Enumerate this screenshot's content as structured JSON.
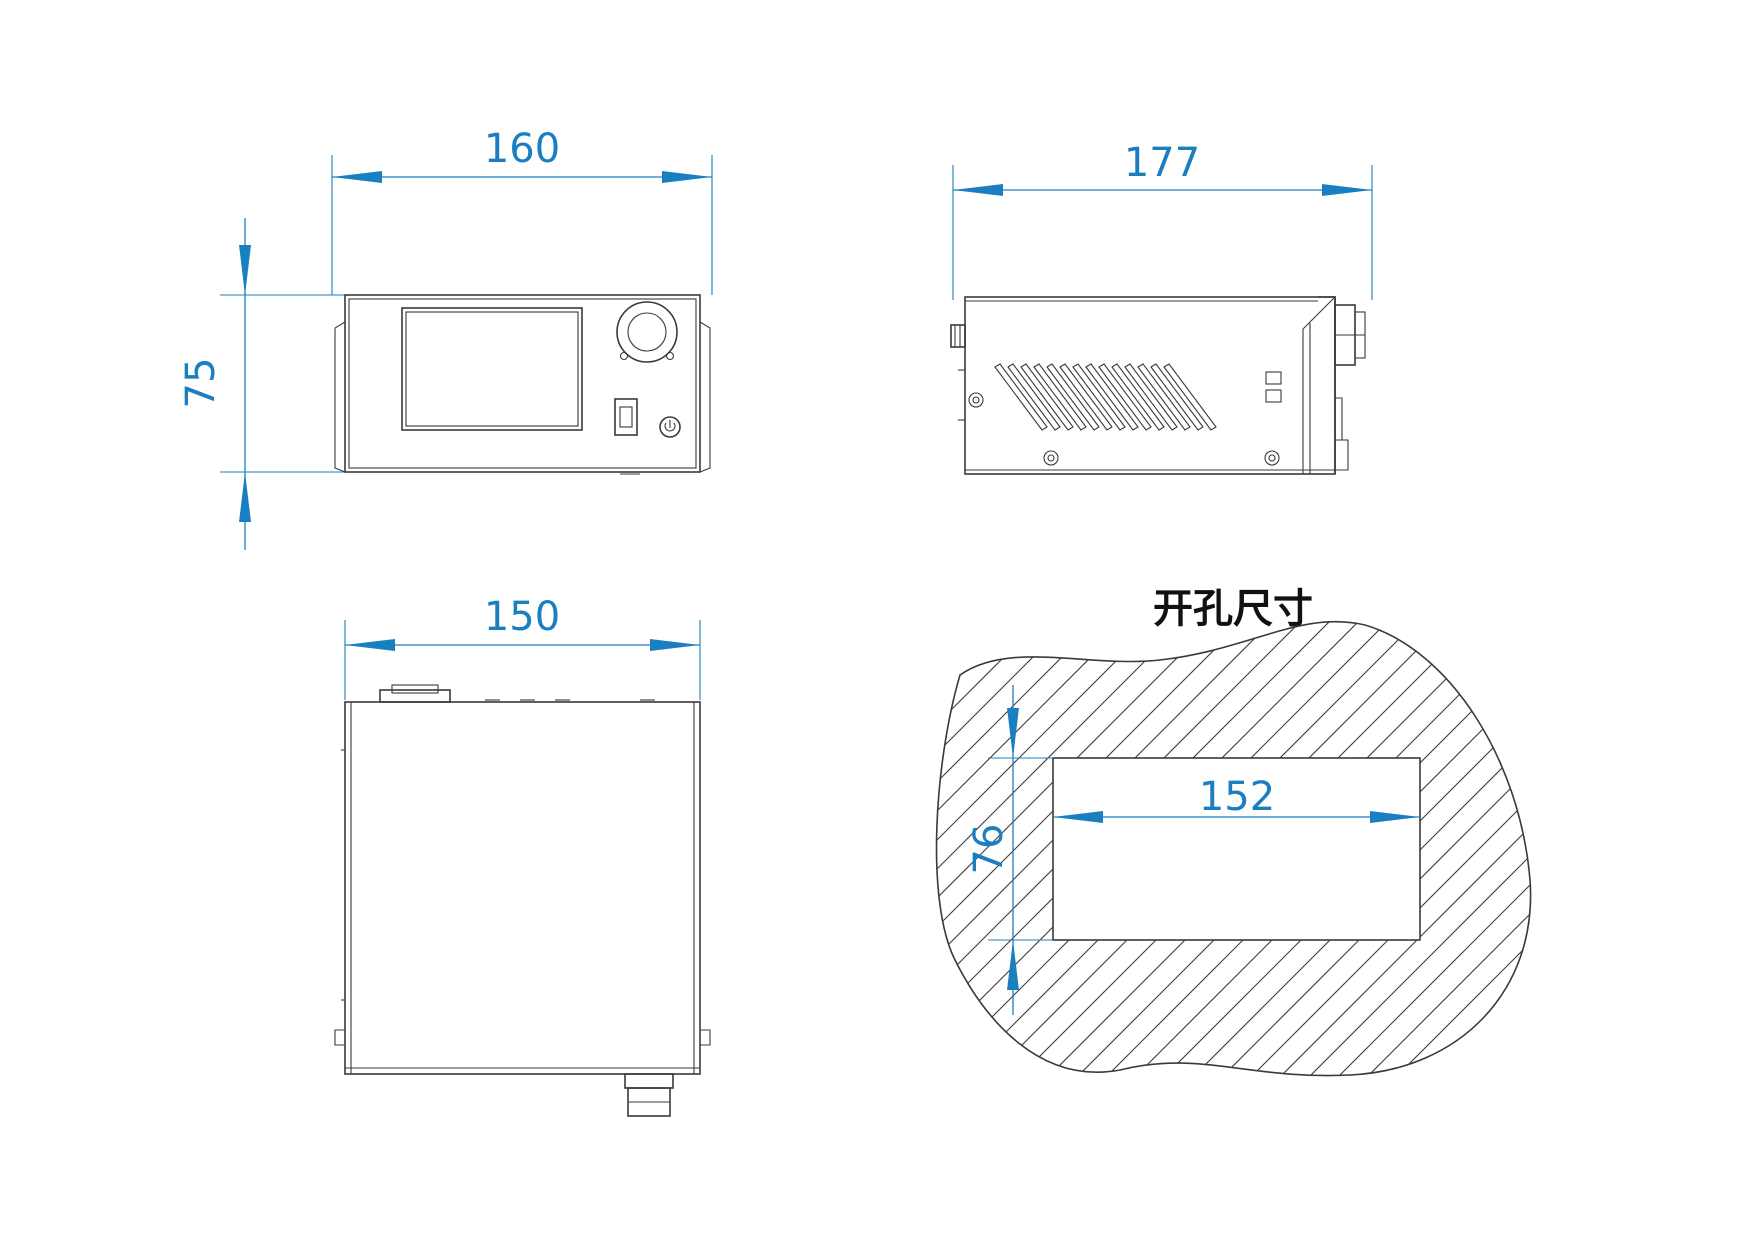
{
  "front_view": {
    "width_label": "160",
    "height_label": "75"
  },
  "side_view": {
    "length_label": "177"
  },
  "top_view": {
    "width_label": "150"
  },
  "cutout_view": {
    "title": "开孔尺寸",
    "width_label": "152",
    "height_label": "76"
  },
  "colors": {
    "dimension": "#1a7fc1",
    "outline": "#3a3a3a"
  }
}
